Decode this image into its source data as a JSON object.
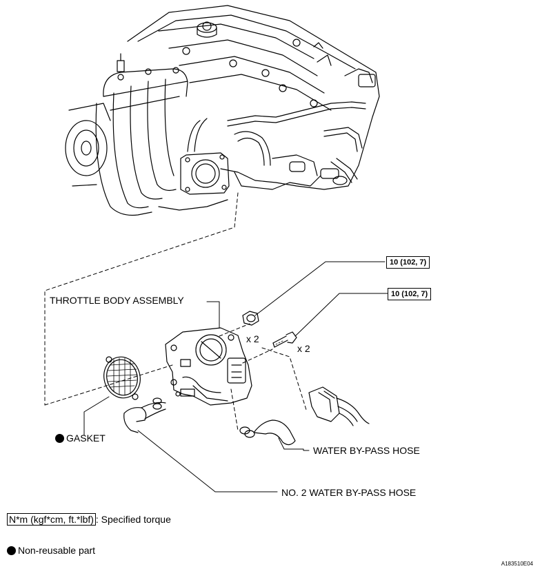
{
  "labels": {
    "throttle_body": "THROTTLE BODY ASSEMBLY",
    "gasket": "GASKET",
    "water_bypass_hose": "WATER BY-PASS HOSE",
    "no2_water_bypass_hose": "NO. 2 WATER BY-PASS HOSE",
    "torque_nut": "10 (102, 7)",
    "torque_bolt": "10 (102, 7)",
    "qty_nut": "x 2",
    "qty_bolt": "x 2"
  },
  "legend": {
    "torque_units": "N*m (kgf*cm, ft.*lbf)",
    "torque_desc": ": Specified torque",
    "non_reusable": "Non-reusable part"
  },
  "figure_id": "A183510E04"
}
